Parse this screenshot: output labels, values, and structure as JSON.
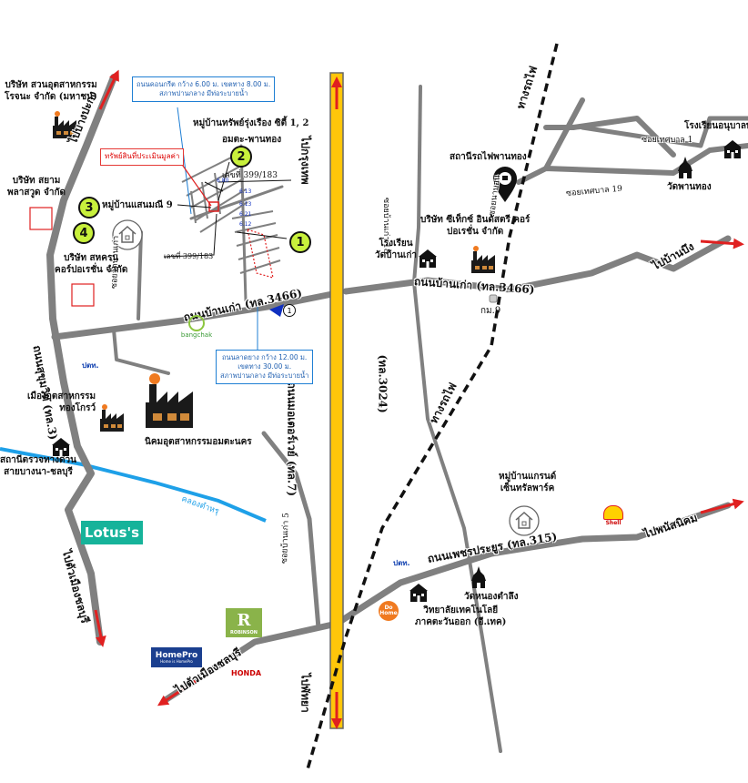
{
  "roads": {
    "highway7_name": "ถนนมอเตอร์เวย์ (ทล.7)",
    "highway7_north": "ไปกรุงเทพ",
    "highway7_south": "ไปพัทยา",
    "ban_kao_west": "ถนนบ้านเก่า (ทล.3466)",
    "ban_kao_east": "ถนนบ้านเก่า (ทล.3466)",
    "sukhumvit": "ถนนสุขุมวิท (ทล.3)",
    "to_bangkok_nw": "ไปบางปะกง",
    "to_chonburi": "ไปตัวเมืองชลบุรี",
    "to_ban_bueng": "ไปบ้านบึง",
    "phet_prayun": "ถนนเพชรประยูร (ทล.315)",
    "to_phanat_nikhom": "ไปพนัสนิคม",
    "to_mueang_chonburi_sw": "ไปตัวเมืองชลบุรี",
    "route_3024": "(ทล.3024)",
    "railway_north": "ทางรถไฟ",
    "railway_south": "ทางรถไฟ",
    "soi_18": "ซอยบ้านเก่า 18",
    "soi_19": "ซอยเทศบาล 19",
    "soi_1": "ซอยเทศบาล 1",
    "soi_nongtamlueng": "ซอยนาบอน",
    "soi_ban_kao_5": "ซอยบ้านเก่า 5",
    "soi_wat": "ซอยวัดบ้านเก่า",
    "canal": "คลองตำหรุ",
    "km": "กม.9"
  },
  "places": {
    "suan_industrial": "บริษัท สวนอุตสาหกรรม\nโรจนะ จำกัด (มหาชน)",
    "siam_plastic": "บริษัท สยาม\nพลาสวูด จำกัด",
    "sahakon": "บริษัท สหครน\nคอร์ปอเรชั่น จำกัด",
    "village_saenmanee": "หมู่บ้านแสนมณี 9",
    "village_sap_rung": "หมู่บ้านทรัพย์รุ่งเรือง ซิตี้ 1, 2",
    "amata_phanthong": "อมตะ-พานทอง",
    "property_label": "ทรัพย์สินที่ประเมินมูลค่า",
    "plot_no_top": "เลขที่ 399/183",
    "plot_no_bottom": "เลขที่ 399/183",
    "phanthong_station": "สถานีรถไฟพานทอง",
    "school_tethsaban": "โรงเรียนอนุบาลพานทอง",
    "wat_phanthong": "วัดพานทอง",
    "school_ban_kao": "โรงเรียน\nวัดบ้านเก่า",
    "seatek": "บริษัท ซีเท็กซ์ อินดัสตรี คอร์\nปอเรชั่น จำกัด",
    "mueang_industrial": "เมืองอุตสาหกรรม\nทองโกรว์",
    "amata_nakorn": "นิคมอุตสาหกรรมอมตะนคร",
    "checkpoint": "สถานีตรวจทางด่วน\nสายบางนา-ชลบุรี",
    "grand_village": "หมู่บ้านแกรนด์\nเซ็นทรัลพาร์ค",
    "wat_nong_tamlueng": "วัดหนองตำลึง",
    "tech_college": "วิทยาลัยเทคโนโลยี\nภาคตะวันออก (อี.เทค)"
  },
  "notes": {
    "concrete_road": "ถนนคอนกรีต กว้าง 6.00 ม. เขตทาง 8.00 ม.\nสภาพปานกลาง มีท่อระบายน้ำ",
    "asphalt_road": "ถนนลาดยาง กว้าง 12.00 ม.\nเขตทาง 30.00 ม.\nสภาพปานกลาง มีท่อระบายน้ำ"
  },
  "markers": [
    "1",
    "2",
    "3",
    "4"
  ],
  "pointer_marker": "1",
  "plot_marks": [
    "6.13",
    "6.80",
    "6.13",
    "6.21",
    "6.12"
  ],
  "brands": {
    "lotus": "Lotus's",
    "bangchak": "bangchak",
    "ptt": "ปตท.",
    "shell": "Shell",
    "homepro": "HomePro",
    "homepro_sub": "Home is HomePro",
    "honda": "HONDA",
    "dohome": "Do\nHome",
    "robinson_letter": "R",
    "robinson": "ROBINSON"
  },
  "colors": {
    "road": "#808080",
    "motorway": "#ffc60a",
    "canal": "#1ea0e8",
    "arrow": "#e02020",
    "marker": "#c8f03c",
    "note_border": "#1f7fd4"
  },
  "icons": [
    "factory-icon",
    "house-icon",
    "train-station-pin-icon",
    "school-icon",
    "temple-icon",
    "km-post-icon",
    "north-arrow-icon"
  ]
}
